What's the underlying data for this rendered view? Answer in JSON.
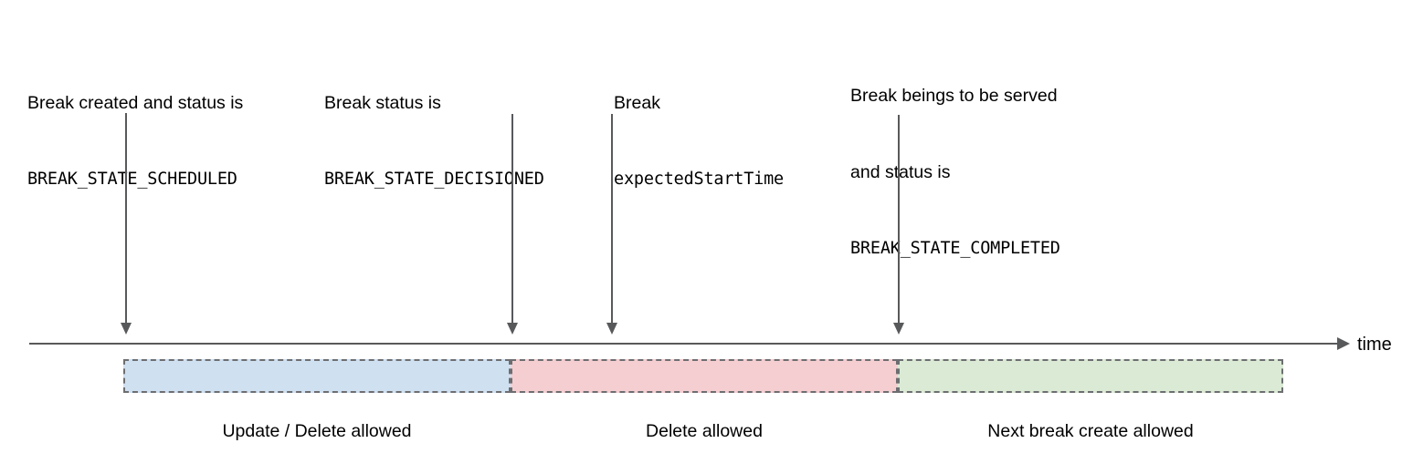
{
  "diagram": {
    "title": "Break lifecycle timeline",
    "axis": {
      "label": "time",
      "arrow_icon": "arrow-right-icon"
    },
    "colors": {
      "blue": "#cfe0f1",
      "pink": "#f4ced1",
      "green": "#daead5",
      "stroke": "#6d6e71",
      "arrow": "#58595b",
      "text": "#000000"
    },
    "events": [
      {
        "id": "scheduled",
        "marker_icon": "arrow-down-icon",
        "lines": [
          {
            "text": "Break created and status is",
            "style": "sans"
          },
          {
            "text": "BREAK_STATE_SCHEDULED",
            "style": "mono"
          }
        ]
      },
      {
        "id": "decisioned",
        "marker_icon": "arrow-down-icon",
        "lines": [
          {
            "text": "Break status is",
            "style": "sans"
          },
          {
            "text": "BREAK_STATE_DECISIONED",
            "style": "mono"
          }
        ]
      },
      {
        "id": "expected-start-time",
        "marker_icon": "arrow-down-icon",
        "lines": [
          {
            "text": "Break",
            "style": "sans"
          },
          {
            "text": "expectedStartTime",
            "style": "mono"
          }
        ]
      },
      {
        "id": "completed",
        "marker_icon": "arrow-down-icon",
        "lines": [
          {
            "text": "Break beings to be served",
            "style": "sans"
          },
          {
            "text": "and status is",
            "style": "sans"
          },
          {
            "text": "BREAK_STATE_COMPLETED",
            "style": "mono"
          }
        ]
      }
    ],
    "phases": [
      {
        "id": "update-delete",
        "caption": "Update / Delete allowed",
        "color": "#cfe0f1"
      },
      {
        "id": "delete",
        "caption": "Delete allowed",
        "color": "#f4ced1"
      },
      {
        "id": "next-break",
        "caption": "Next break create allowed",
        "color": "#daead5"
      }
    ]
  }
}
